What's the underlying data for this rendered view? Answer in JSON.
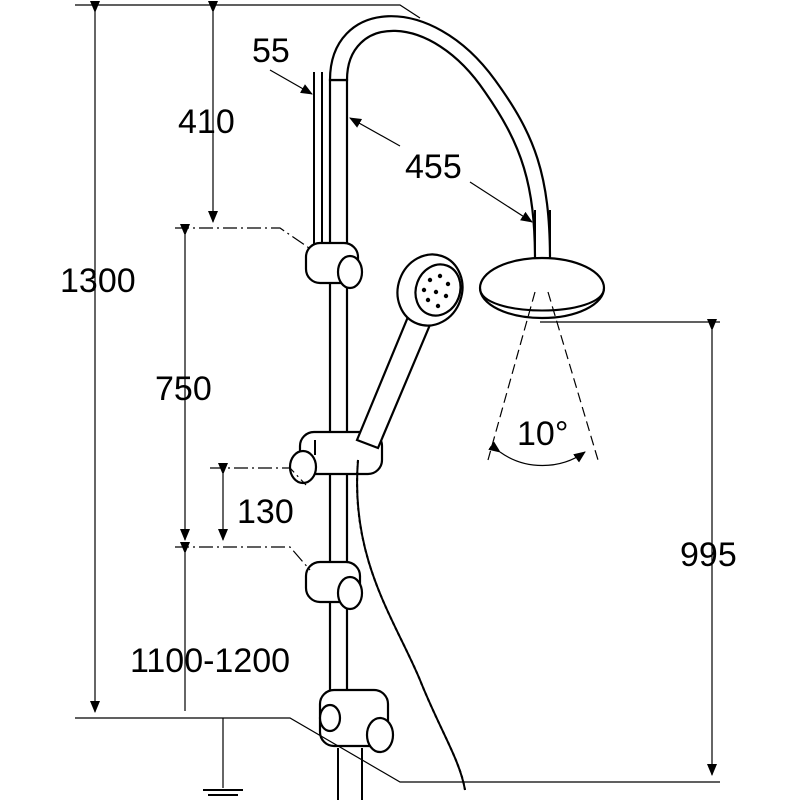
{
  "dimensions": {
    "total_height": "1300",
    "top_offset": "410",
    "pipe_spacing": "55",
    "arm_reach": "455",
    "holder_spacing": "750",
    "small_spacing": "130",
    "mount_height": "1100-1200",
    "head_height": "995",
    "spray_angle": "10°"
  },
  "colors": {
    "line": "#000000",
    "background": "#ffffff"
  }
}
